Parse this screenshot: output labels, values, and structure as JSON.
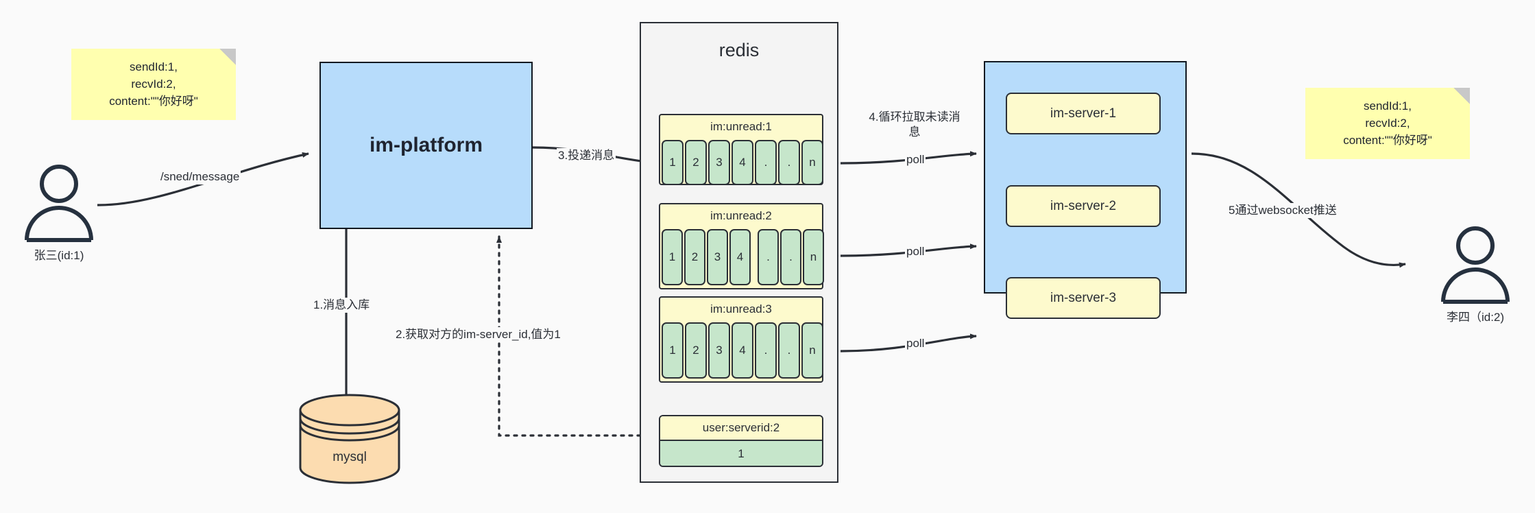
{
  "diagram": {
    "title": "IM message delivery architecture",
    "background": "#fafafa",
    "colors": {
      "note_yellow": "#ffffaf",
      "block_yellow": "#fdfacd",
      "cell_green": "#c6e6cb",
      "panel_blue": "#b7dcfb",
      "db_orange": "#fcdcb0",
      "container_gray": "#f4f4f4",
      "stroke": "#2b2f36"
    }
  },
  "notes": {
    "left": {
      "id": "note-left",
      "text": "sendId:1,\nrecvId:2,\ncontent:\"\"你好呀\""
    },
    "right": {
      "id": "note-right",
      "text": "sendId:1,\nrecvId:2,\ncontent:\"\"你好呀\""
    }
  },
  "actors": {
    "sender": {
      "label": "张三(id:1)",
      "icon": "person-icon"
    },
    "receiver": {
      "label": "李四（id:2)",
      "icon": "person-icon"
    }
  },
  "platform": {
    "label": "im-platform"
  },
  "database": {
    "label": "mysql",
    "icon": "database-cylinder-icon"
  },
  "redis": {
    "title": "redis",
    "lists": [
      {
        "key": "im:unread:1",
        "cells": [
          "1",
          "2",
          "3",
          "4",
          ".",
          ".",
          "n"
        ],
        "gap_after_index": -1
      },
      {
        "key": "im:unread:2",
        "cells": [
          "1",
          "2",
          "3",
          "4",
          ".",
          ".",
          "n"
        ],
        "gap_after_index": 3
      },
      {
        "key": "im:unread:3",
        "cells": [
          "1",
          "2",
          "3",
          "4",
          ".",
          ".",
          "n"
        ],
        "gap_after_index": -1
      }
    ],
    "kv": {
      "key": "user:serverid:2",
      "value": "1"
    }
  },
  "servers": [
    {
      "label": "im-server-1"
    },
    {
      "label": "im-server-2"
    },
    {
      "label": "im-server-3"
    }
  ],
  "edge_labels": {
    "send_message": "/sned/message",
    "step1": "1.消息入库",
    "step2": "2.获取对方的im-server_id,值为1",
    "step3": "3.投递消息",
    "step4": "4.循环拉取未读消息",
    "poll1": "poll",
    "poll2": "poll",
    "poll3": "poll",
    "step5": "5通过websocket推送"
  }
}
